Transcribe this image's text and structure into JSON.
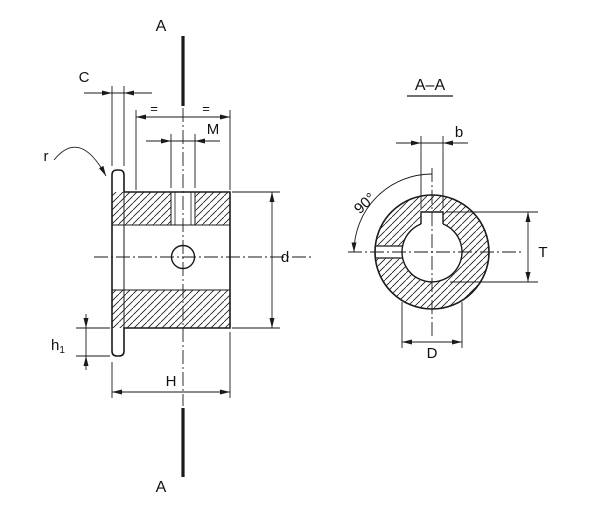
{
  "side_view": {
    "section_label_top": "A",
    "section_label_bottom": "A",
    "dim_tooth_width": "C",
    "dim_radius": "r",
    "equal_mark_left": "=",
    "equal_mark_right": "=",
    "dim_thread": "M",
    "dim_diameter": "d",
    "dim_tooth_height": "h",
    "dim_tooth_height_sub": "1",
    "dim_hub_length": "H"
  },
  "section_view": {
    "title": "A–A",
    "dim_keyway_width": "b",
    "dim_angle": "90°",
    "dim_keyway_depth": "T",
    "dim_bore_diameter": "D"
  },
  "colors": {
    "ink": "#1a1a1a",
    "background": "#ffffff"
  }
}
